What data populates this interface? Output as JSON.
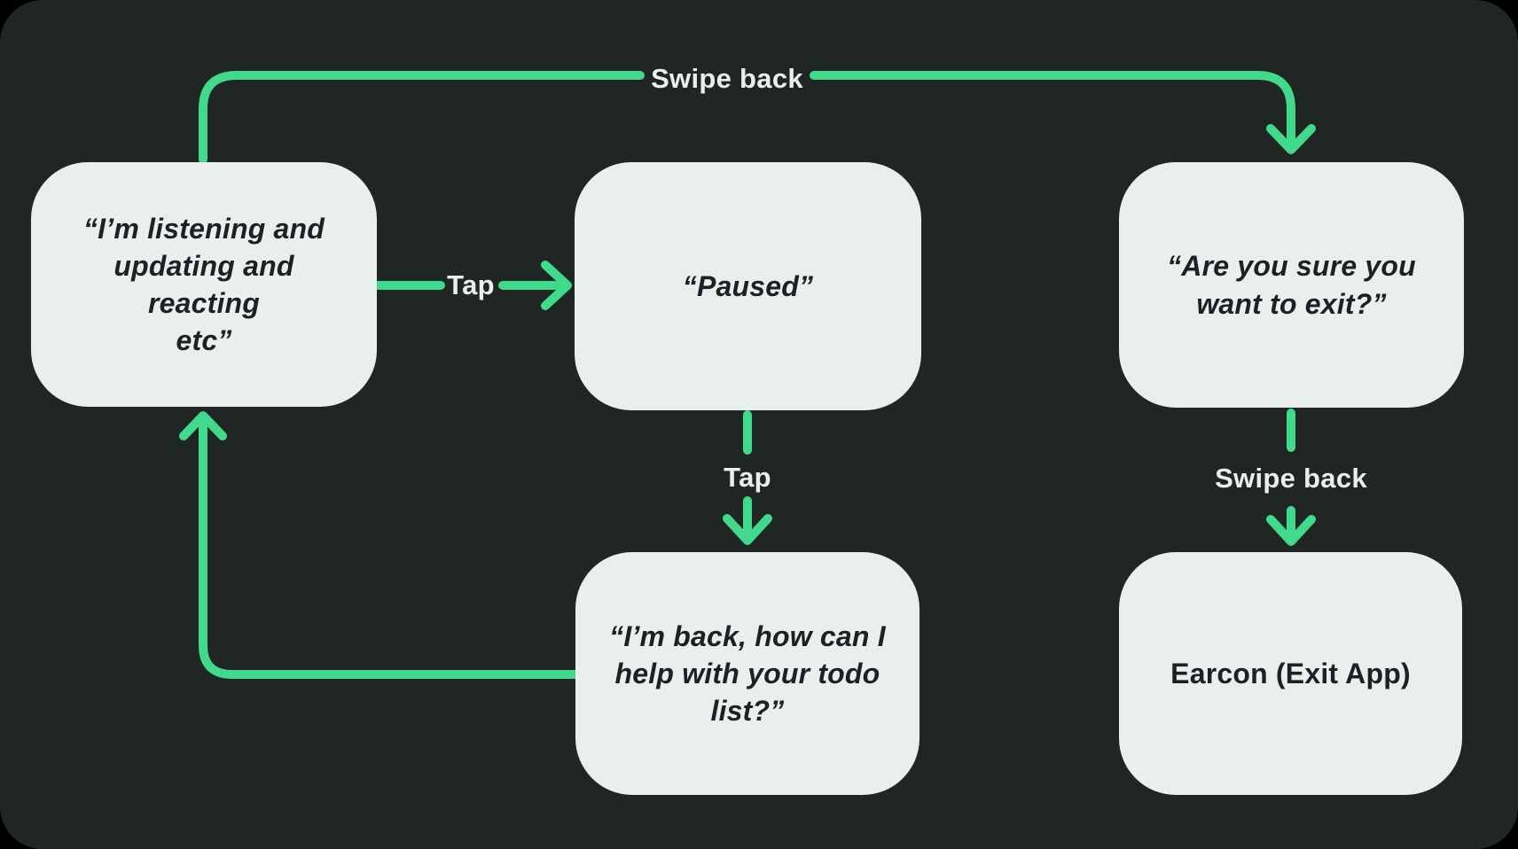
{
  "colors": {
    "canvas_bg": "#1f2624",
    "node_fill": "#e8efec",
    "arrow_color": "#41d98b",
    "node_text": "#1d2125",
    "label_text": "#e9efec"
  },
  "nodes": {
    "listening": {
      "text": "“I’m listening and\nupdating and reacting\netc”"
    },
    "paused": {
      "text": "“Paused”"
    },
    "exit_confirm": {
      "text": "“Are you sure you\nwant to exit?”"
    },
    "back": {
      "text": "“I’m back, how can I\nhelp with your todo\nlist?”"
    },
    "earcon": {
      "text": "Earcon (Exit App)"
    }
  },
  "labels": {
    "swipe_back_top": "Swipe back",
    "tap_horizontal": "Tap",
    "tap_vertical": "Tap",
    "swipe_back_vertical": "Swipe back"
  }
}
